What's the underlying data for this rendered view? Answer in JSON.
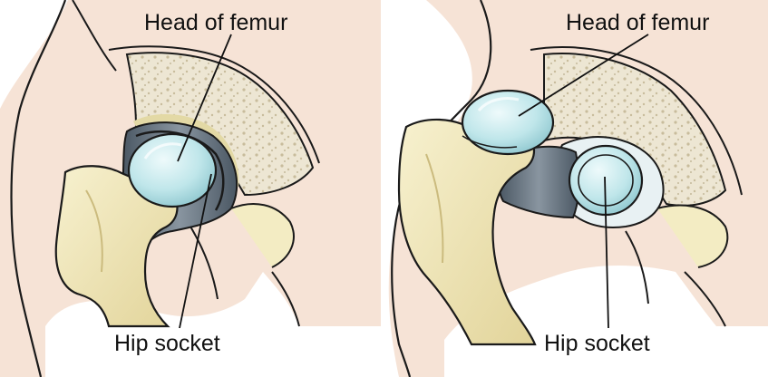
{
  "panels": [
    {
      "id": "normal-hip",
      "labels": {
        "head": "Head of femur",
        "socket": "Hip socket"
      }
    },
    {
      "id": "dislocated-hip",
      "labels": {
        "head": "Head of femur",
        "socket": "Hip socket"
      }
    }
  ],
  "colors": {
    "skin": "#f6e3d6",
    "bone": "#f3ecc3",
    "bone_shade": "#e2d49a",
    "cartilage": "#bfe6ea",
    "cartilage_hi": "#e3f6f7",
    "capsule": "#5d6c78",
    "outline": "#1a1a1a",
    "pelvis_spongy": "#ede6d3"
  }
}
